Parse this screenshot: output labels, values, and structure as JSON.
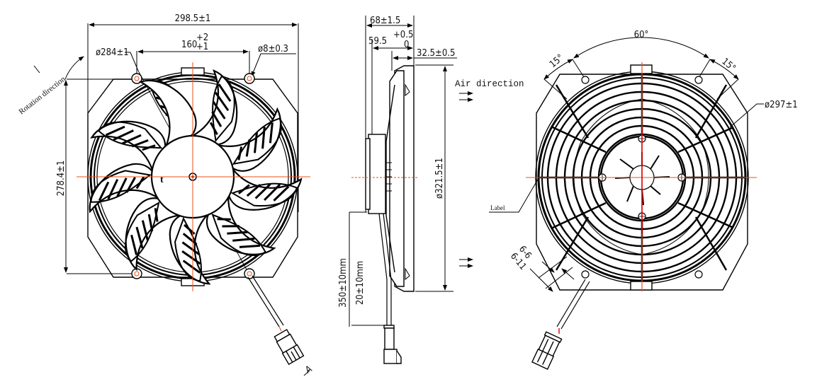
{
  "drawing": {
    "title": "Cooling fan assembly technical drawing",
    "front_view": {
      "overall_width": "298.5±1",
      "hole_spacing_base": "160",
      "hole_spacing_tol_upper": "+2",
      "hole_spacing_tol_lower": "+1",
      "bolt_circle": "ø284±1",
      "mount_hole": "ø8±0.3",
      "overall_height": "278.4±1",
      "rotation_label": "Rotation direction",
      "section_mark": "A"
    },
    "side_view": {
      "overall_depth": "68±1.5",
      "depth_2_base": "59.5",
      "depth_2_tol_upper": "+0.5",
      "depth_2_tol_lower": "0",
      "depth_3": "32.5±0.5",
      "diameter": "ø321.5±1",
      "air_direction_label": "Air direction",
      "lead_length_1": "350±10mm",
      "lead_length_2": "20±10mm"
    },
    "rear_view": {
      "angle_main": "60°",
      "angle_left": "15°",
      "angle_right": "15°",
      "guard_diameter": "ø297±1",
      "label_callout": "Label",
      "slot_1": "6-6",
      "slot_2": "6-11"
    },
    "colors": {
      "line": "#000000",
      "centerline": "#e8501e",
      "wire_marker": "#e00000"
    }
  }
}
